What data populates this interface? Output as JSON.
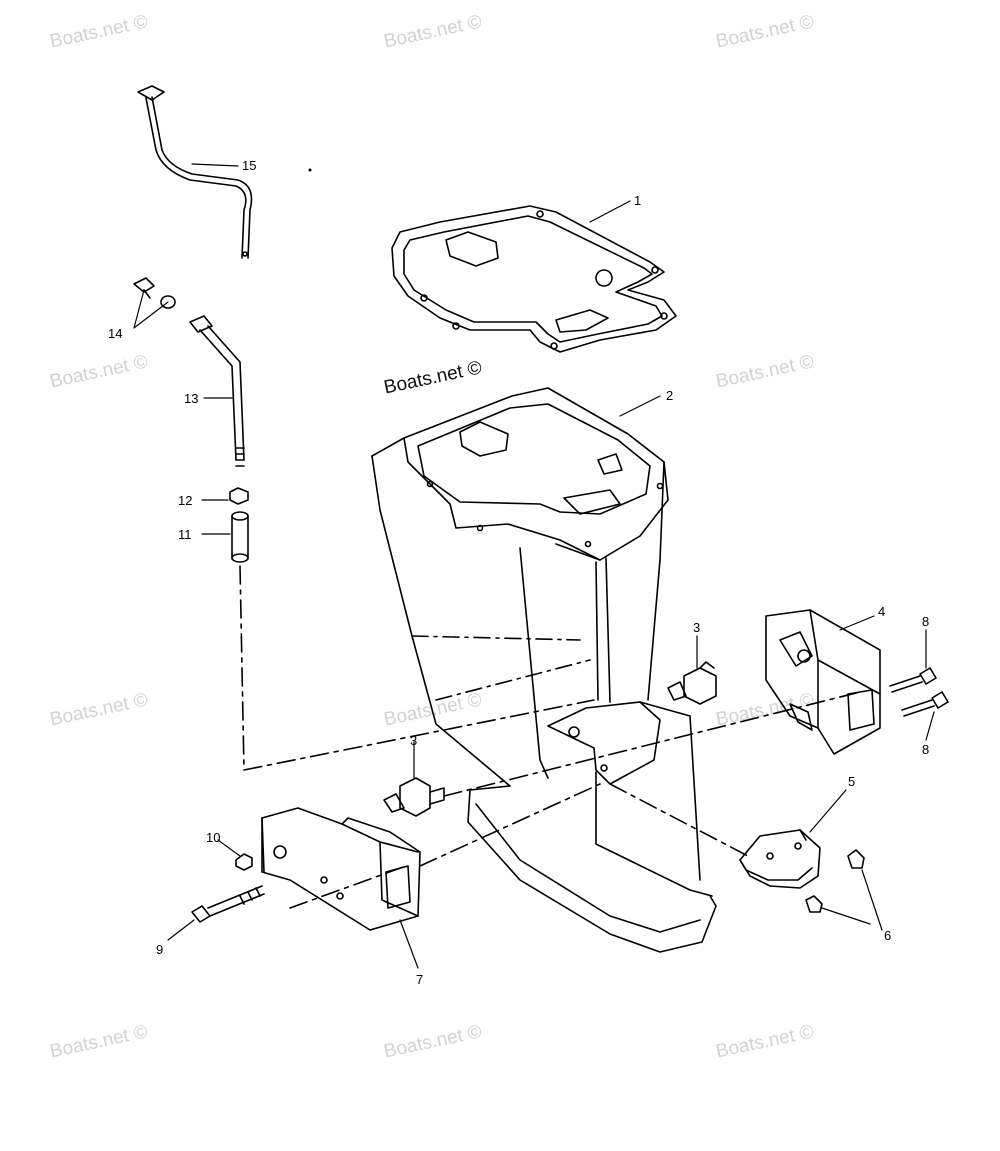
{
  "watermark": {
    "text": "Boats.net ©",
    "center_text": "Boats.net ©"
  },
  "callouts": [
    "1",
    "2",
    "3",
    "3",
    "4",
    "5",
    "6",
    "7",
    "8",
    "8",
    "9",
    "10",
    "11",
    "12",
    "13",
    "14",
    "15"
  ],
  "colors": {
    "ink": "#000000",
    "watermark": "#d2d2d2",
    "background": "#ffffff"
  }
}
